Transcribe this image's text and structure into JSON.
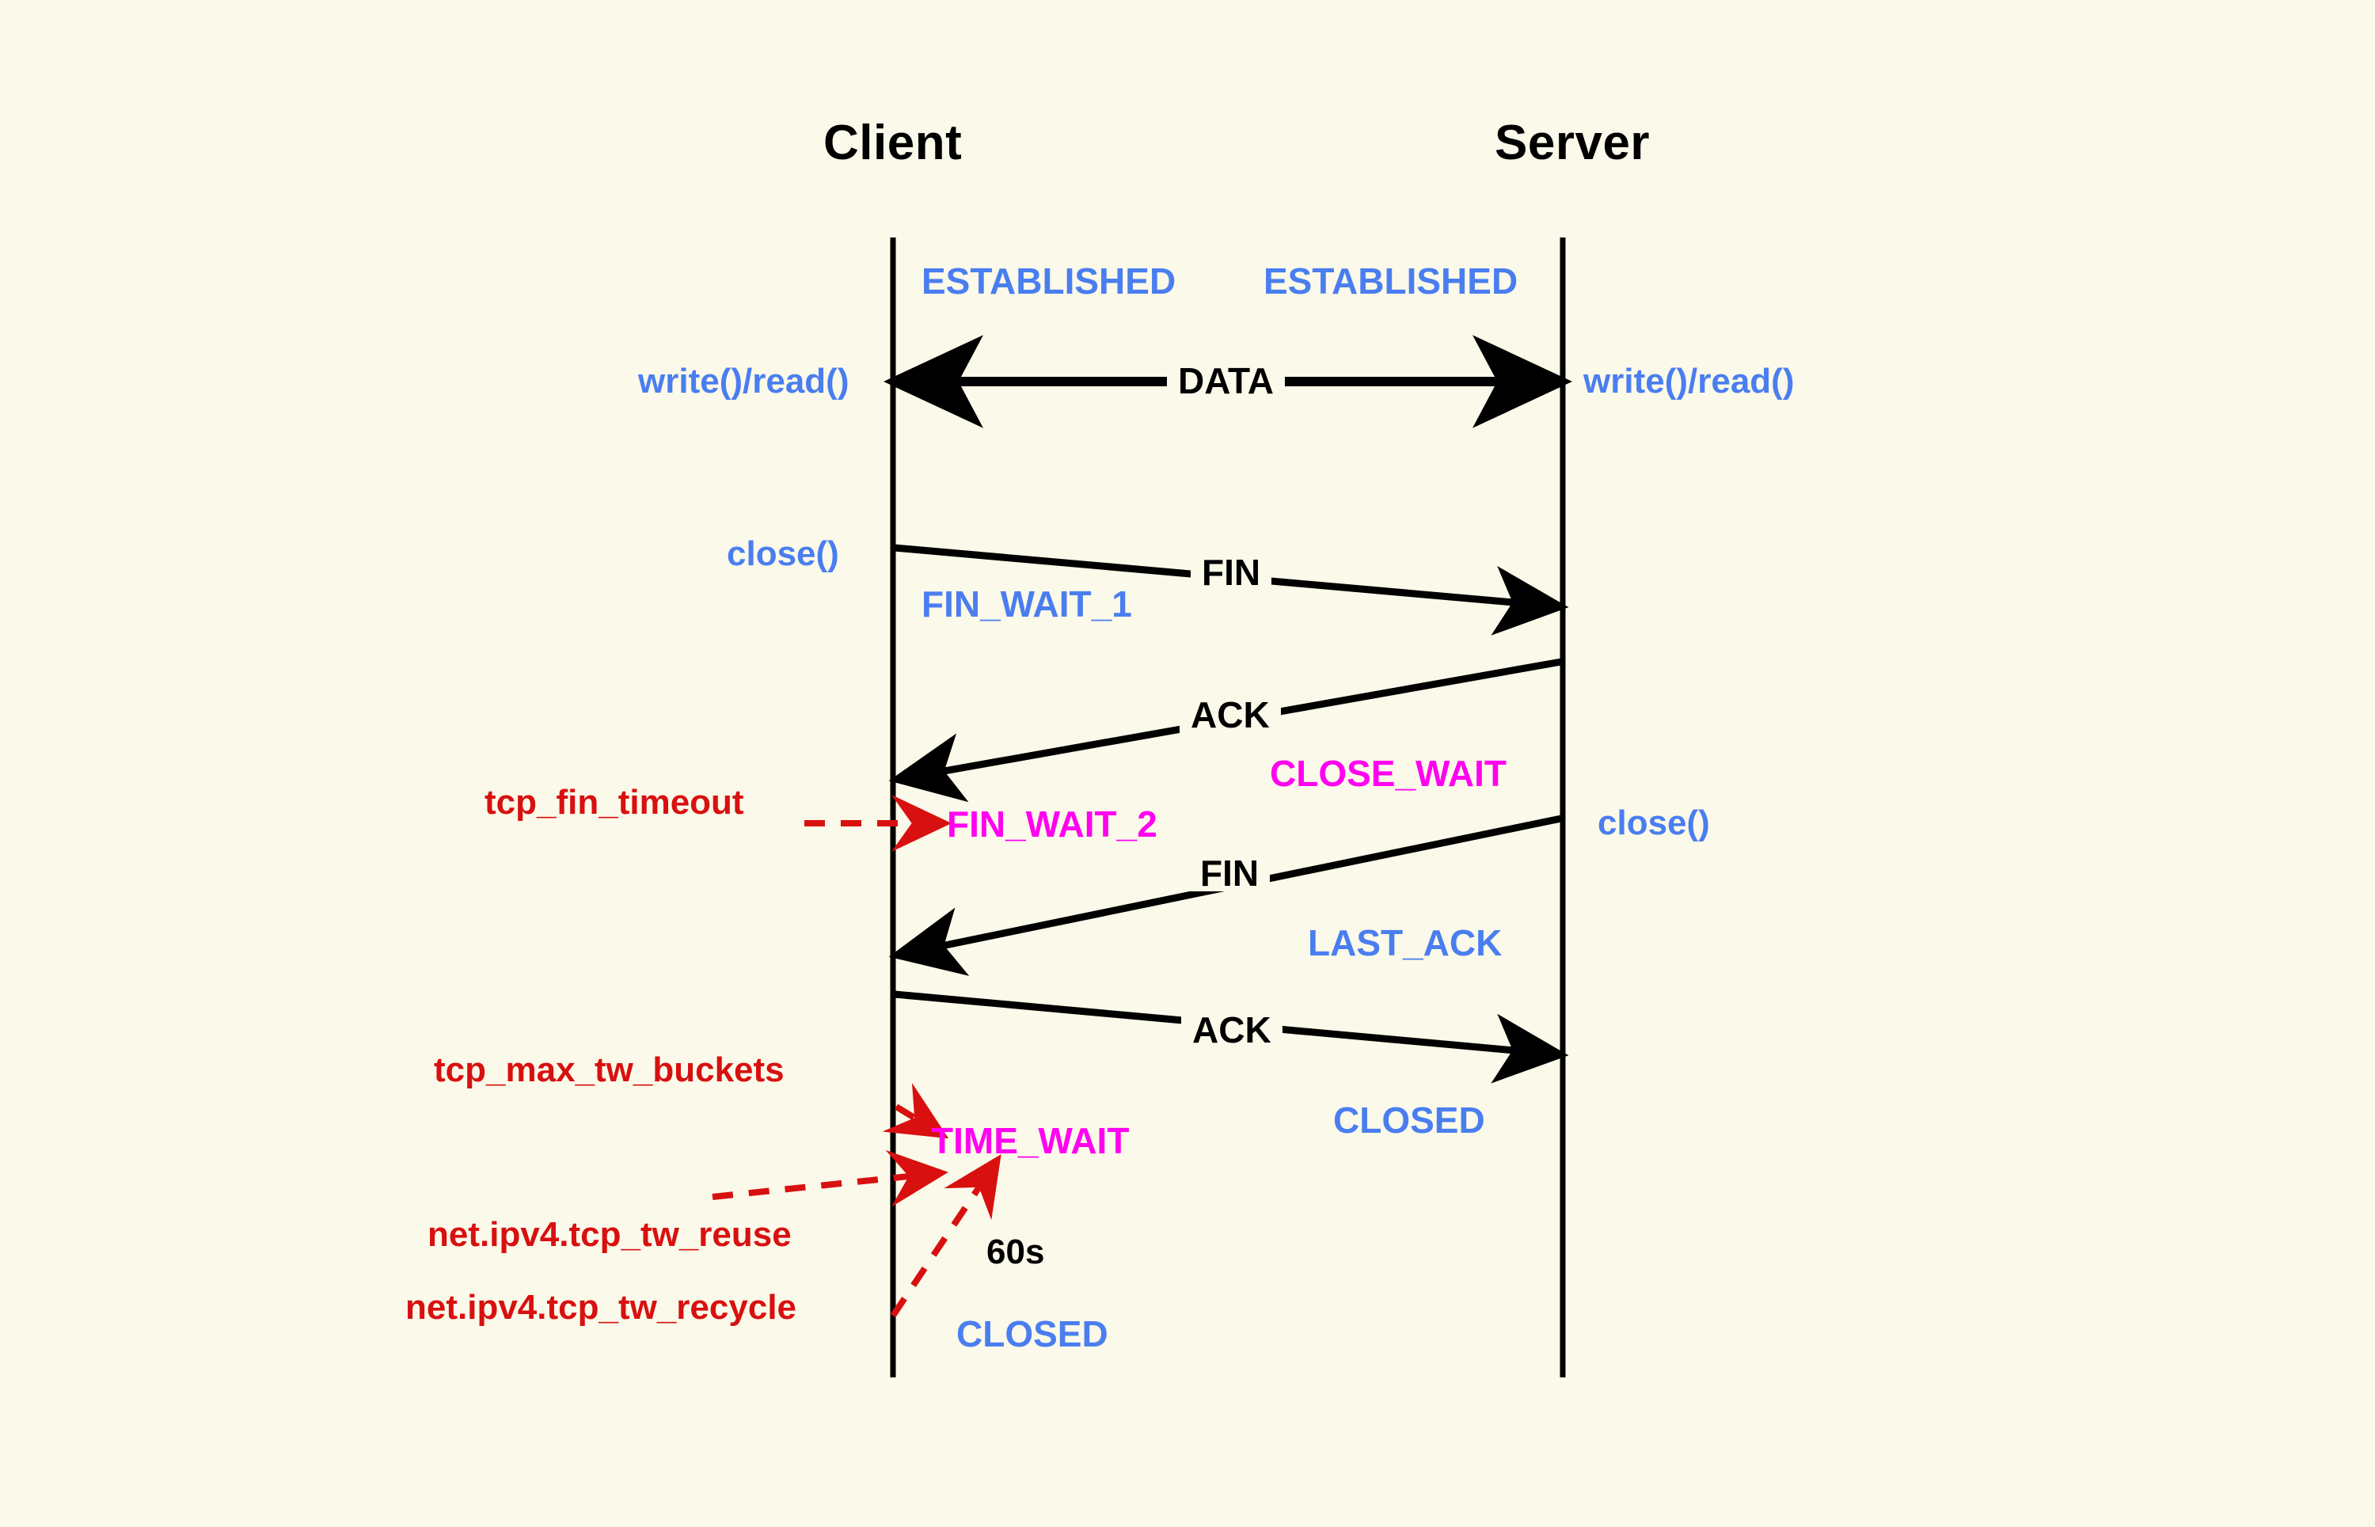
{
  "diagram": {
    "title": "TCP connection termination (four-way handshake)",
    "background_color": "#fbf9e9",
    "colors": {
      "state_blue": "#4a7ef0",
      "state_magenta": "#ff00f0",
      "sysctl_red": "#d81010",
      "message_black": "#000000"
    }
  },
  "actors": {
    "client": {
      "name": "Client"
    },
    "server": {
      "name": "Server"
    }
  },
  "client_states": [
    {
      "label": "ESTABLISHED",
      "color": "#4a7ef0"
    },
    {
      "label": "FIN_WAIT_1",
      "color": "#4a7ef0"
    },
    {
      "label": "FIN_WAIT_2",
      "color": "#ff00f0"
    },
    {
      "label": "TIME_WAIT",
      "color": "#ff00f0"
    },
    {
      "label": "CLOSED",
      "color": "#4a7ef0"
    }
  ],
  "server_states": [
    {
      "label": "ESTABLISHED",
      "color": "#4a7ef0"
    },
    {
      "label": "CLOSE_WAIT",
      "color": "#ff00f0"
    },
    {
      "label": "LAST_ACK",
      "color": "#4a7ef0"
    },
    {
      "label": "CLOSED",
      "color": "#4a7ef0"
    }
  ],
  "client_api_calls": [
    {
      "label": "write()/read()"
    },
    {
      "label": "close()"
    }
  ],
  "server_api_calls": [
    {
      "label": "write()/read()"
    },
    {
      "label": "close()"
    }
  ],
  "messages": [
    {
      "label": "DATA",
      "direction": "bidirectional"
    },
    {
      "label": "FIN",
      "direction": "client-to-server"
    },
    {
      "label": "ACK",
      "direction": "server-to-client"
    },
    {
      "label": "FIN",
      "direction": "server-to-client"
    },
    {
      "label": "ACK",
      "direction": "client-to-server"
    }
  ],
  "timers": [
    {
      "label": "60s"
    }
  ],
  "sysctl_annotations": [
    {
      "label": "tcp_fin_timeout",
      "points_to": "FIN_WAIT_2"
    },
    {
      "label": "tcp_max_tw_buckets",
      "points_to": "TIME_WAIT"
    },
    {
      "label": "net.ipv4.tcp_tw_reuse",
      "points_to": "TIME_WAIT"
    },
    {
      "label": "net.ipv4.tcp_tw_recycle",
      "points_to": "TIME_WAIT"
    }
  ]
}
